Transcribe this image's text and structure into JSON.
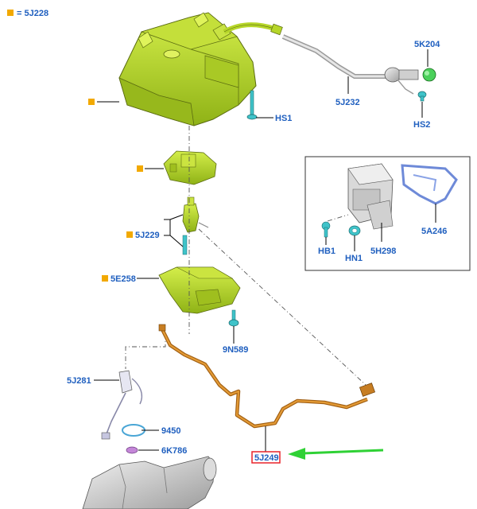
{
  "legend": {
    "marker_color": "#f2a900",
    "text": "= 5J228"
  },
  "labels": {
    "hs1": "HS1",
    "k204": "5K204",
    "j232": "5J232",
    "hs2": "HS2",
    "j229": "5J229",
    "e258": "5E258",
    "n589": "9N589",
    "a246": "5A246",
    "hb1": "HB1",
    "hn1": "HN1",
    "h298": "5H298",
    "j281": "5J281",
    "p9450": "9450",
    "k786": "6K786",
    "j249": "5J249"
  },
  "colors": {
    "label": "#1f5fbf",
    "part_green": "#b6d629",
    "hose_orange": "#d98a1e",
    "fastener_cyan": "#3fc3c9",
    "highlight_box": "#e8232a",
    "arrow": "#2fd135"
  },
  "icons": {
    "square_marker": "orange-square-icon",
    "pointer": "green-arrow-icon"
  }
}
